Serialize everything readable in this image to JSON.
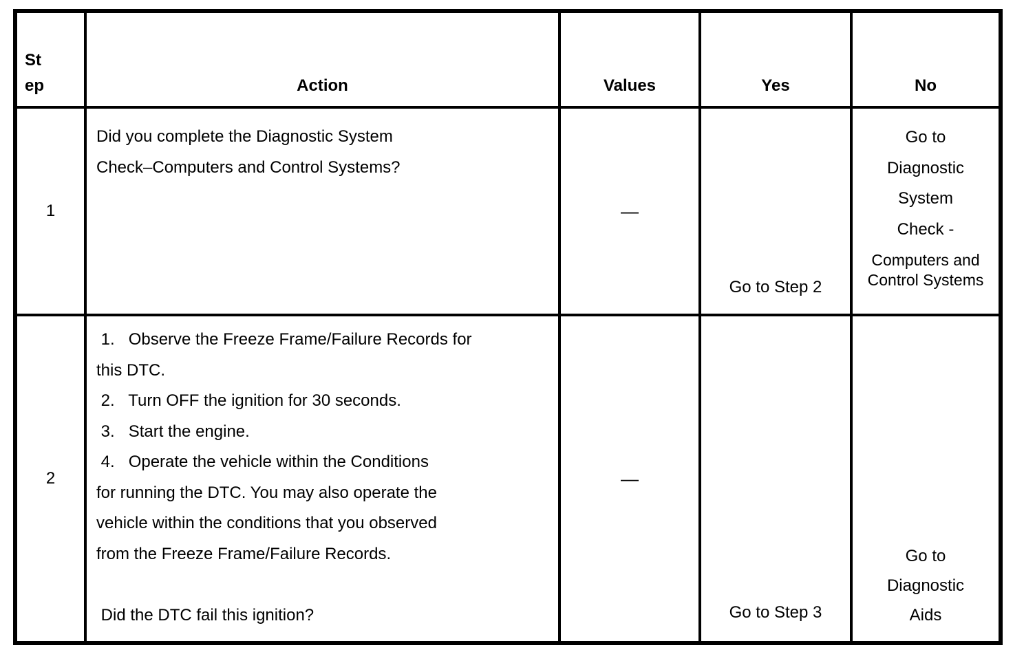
{
  "colors": {
    "border": "#000000",
    "text": "#000000",
    "background": "#ffffff"
  },
  "table": {
    "columns": [
      {
        "key": "step",
        "label_lines": [
          "St",
          "ep"
        ]
      },
      {
        "key": "action",
        "label": "Action"
      },
      {
        "key": "values",
        "label": "Values"
      },
      {
        "key": "yes",
        "label": "Yes"
      },
      {
        "key": "no",
        "label": "No"
      }
    ],
    "rows": [
      {
        "step": "1",
        "action_lines": [
          "Did you complete the Diagnostic System",
          "Check–Computers and Control Systems?"
        ],
        "values": "—",
        "yes": "Go to Step 2",
        "no_lines_large": [
          "Go to",
          "Diagnostic",
          "System",
          "Check -"
        ],
        "no_lines_small": [
          "Computers and",
          "Control Systems"
        ]
      },
      {
        "step": "2",
        "action_lines": [
          " 1.   Observe the Freeze Frame/Failure Records for",
          "this DTC.",
          " 2.   Turn OFF the ignition for 30 seconds.",
          " 3.   Start the engine.",
          " 4.   Operate the vehicle within the Conditions",
          "for running the DTC. You may also operate the",
          "vehicle within the conditions that you observed",
          "from the Freeze Frame/Failure Records.",
          "",
          " Did the DTC fail this ignition?"
        ],
        "values": "—",
        "yes": "Go to Step 3",
        "no_lines": [
          "Go to",
          "Diagnostic",
          "Aids"
        ]
      }
    ]
  }
}
